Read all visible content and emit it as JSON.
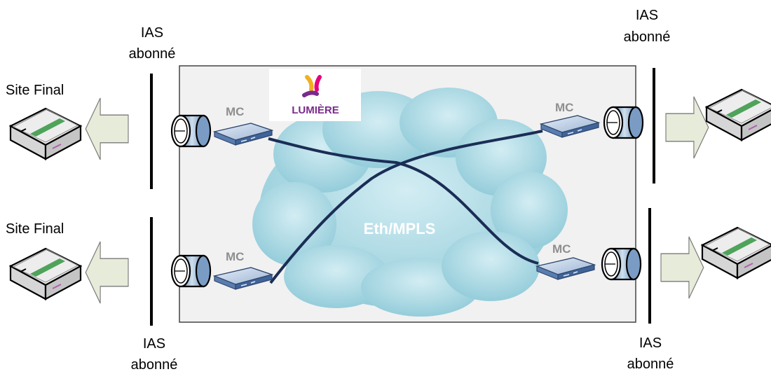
{
  "labels": {
    "site_final": "Site Final",
    "ias_line1": "IAS",
    "ias_line2": "abonné",
    "mc": "MC",
    "network": "Eth/MPLS"
  },
  "logo": {
    "text": "LUMIÈRE",
    "brand_color": "#7a2a8c"
  },
  "colors": {
    "cloud": "#a9d7e2",
    "link": "#1b2d55",
    "frame_fill": "#f1f1f1",
    "arrow_fill": "#e6ecd9",
    "equipment_screen": "#1a8a2a"
  },
  "icons": {
    "site_router": "router-icon",
    "media_converter": "media-converter-icon",
    "ias_port": "ias-port-icon",
    "direction_arrow": "arrow-icon"
  }
}
